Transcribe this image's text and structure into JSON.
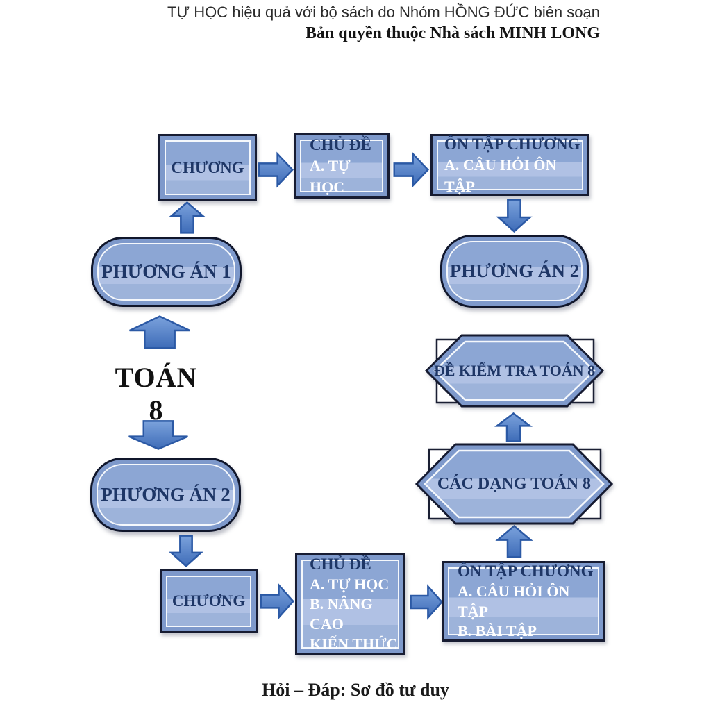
{
  "header": {
    "line1": "TỰ HỌC hiệu quả với bộ sách do Nhóm HỒNG ĐỨC biên soạn",
    "line2": "Bản quyền thuộc Nhà sách MINH LONG"
  },
  "root_label": "TOÁN 8",
  "caption": "Hỏi – Đáp: Sơ đồ tư duy",
  "nodes": {
    "chuong_top": {
      "title": "CHƯƠNG"
    },
    "chude_top": {
      "title": "CHỦ ĐỀ",
      "item1": "A. TỰ HỌC"
    },
    "ontap_top": {
      "title": "ÔN TẬP CHƯƠNG",
      "item1": "A. CÂU HỎI ÔN TẬP"
    },
    "phuongan1": {
      "title": "PHƯƠNG ÁN 1"
    },
    "phuongan2_right": {
      "title": "PHƯƠNG ÁN 2"
    },
    "phuongan2_left": {
      "title": "PHƯƠNG ÁN 2"
    },
    "chuong_bottom": {
      "title": "CHƯƠNG"
    },
    "chude_bottom": {
      "title": "CHỦ ĐỀ",
      "item1": "A. TỰ HỌC",
      "item2": "B. NÂNG CAO",
      "item3": "KIẾN THỨC"
    },
    "ontap_bottom": {
      "title": "ÔN TẬP CHƯƠNG",
      "item1": "A. CÂU HỎI ÔN TẬP",
      "item2": "B. BÀI TẬP"
    },
    "cacdang": {
      "title": "CÁC DẠNG TOÁN 8"
    },
    "dekiemtra": {
      "title": "ĐỀ KIỂM TRA TOÁN 8"
    }
  },
  "colors": {
    "node_fill": "#7e99cb",
    "node_inner_top": "#8ca6d4",
    "node_inner_band": "#b0c1e4",
    "node_border": "#171c32",
    "inner_border": "#f5f8fc",
    "title_navy": "#1e3666",
    "item_white": "#ffffff",
    "arrow_fill_top": "#7ba2dc",
    "arrow_fill_bottom": "#3e6cb8",
    "arrow_stroke": "#2b59a5"
  }
}
